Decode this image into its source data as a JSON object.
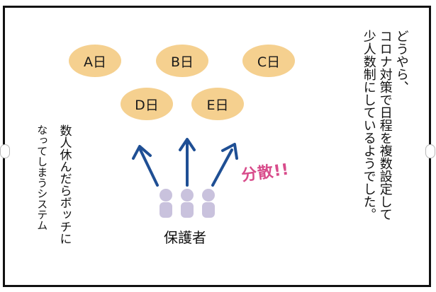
{
  "colors": {
    "oval_fill": "#f5d08f",
    "arrow": "#1f4f94",
    "people": "#c9c2dd",
    "sanpo_text": "#d84c8b",
    "border": "#111111"
  },
  "days": [
    {
      "label": "A日"
    },
    {
      "label": "B日"
    },
    {
      "label": "C日"
    },
    {
      "label": "D日"
    },
    {
      "label": "E日"
    }
  ],
  "narration": {
    "line1": "どうやら、",
    "line2": "コロナ対策で日程を複数設定して",
    "line3": "少人数制にしているようでした。"
  },
  "side_note": {
    "line1": "数人休んだらボッチに",
    "line2": "なってしまうシステム"
  },
  "sanpo_label": "分散!!",
  "guardian_label": "保護者",
  "icons": {
    "arrows": "arrow-up-icon",
    "people": "person-icon"
  }
}
